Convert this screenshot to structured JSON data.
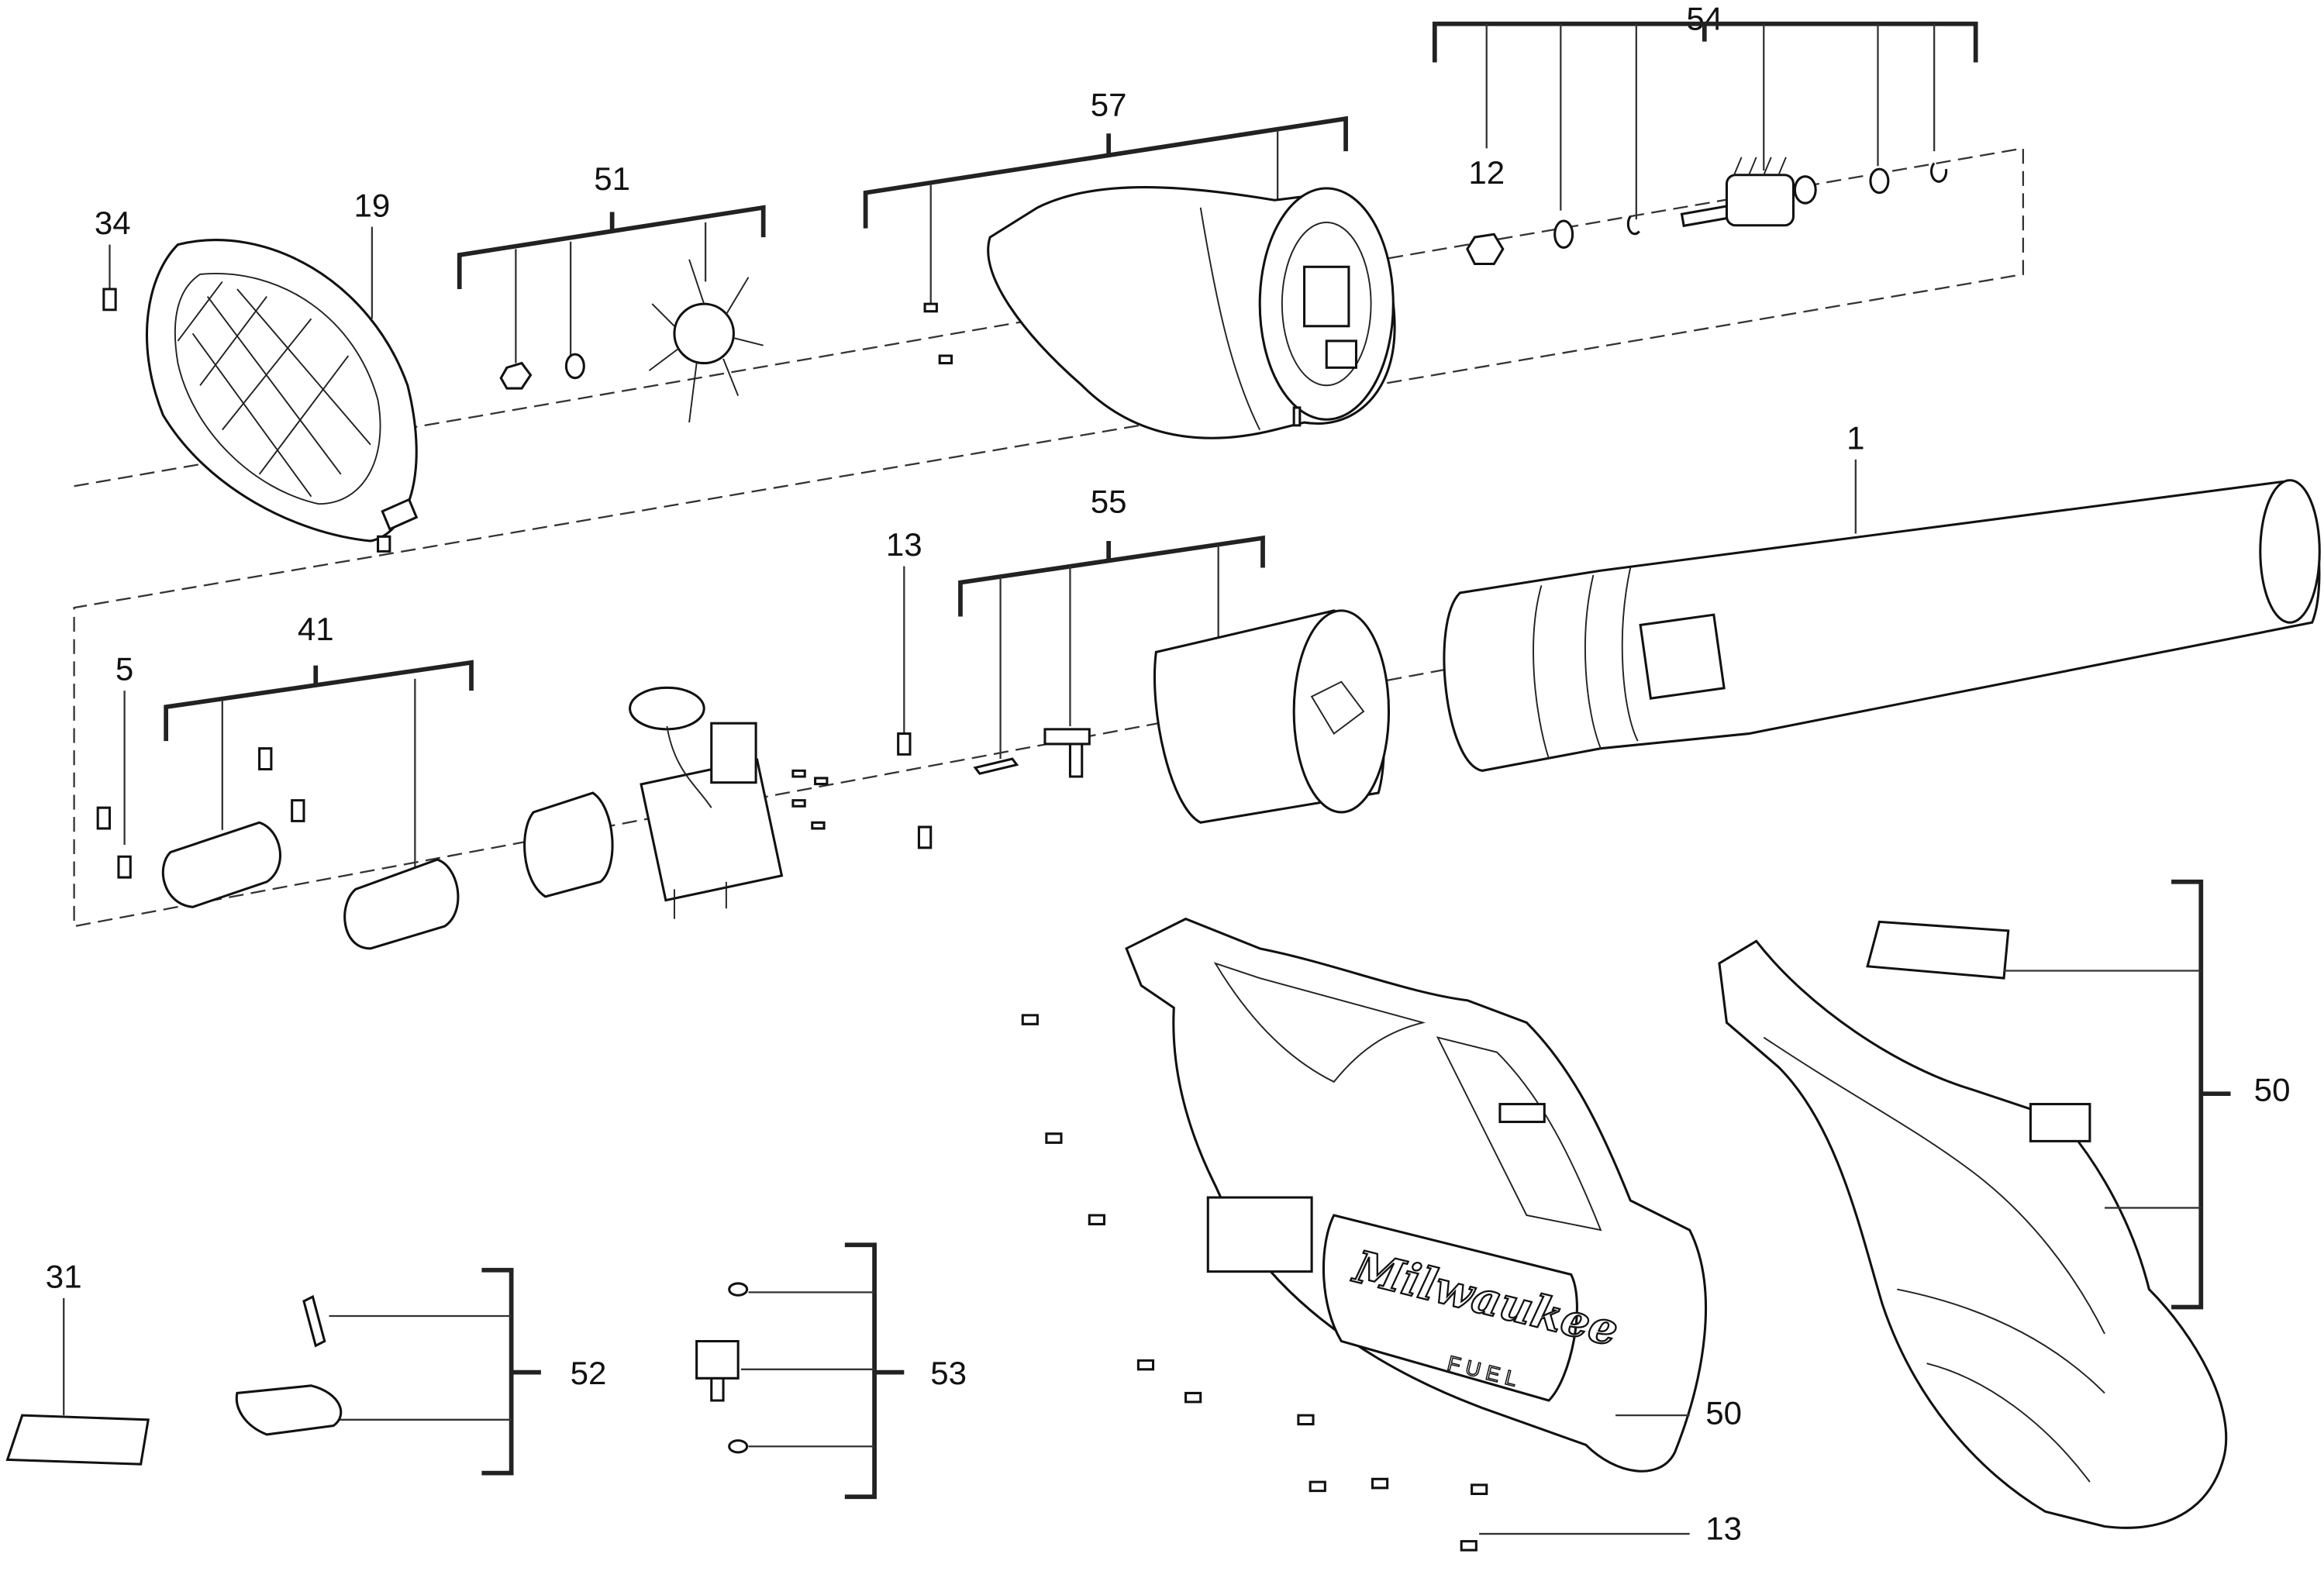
{
  "diagram": {
    "title": "Blower exploded parts diagram",
    "callouts": {
      "c54": "54",
      "c57": "57",
      "c12": "12",
      "c51": "51",
      "c34": "34",
      "c19": "19",
      "c1": "1",
      "c13a": "13",
      "c55": "55",
      "c41": "41",
      "c5": "5",
      "c50a": "50",
      "c50b": "50",
      "c31": "31",
      "c52": "52",
      "c53": "53",
      "c13b": "13"
    },
    "logo_text": "Milwaukee",
    "fuel_text": "FUEL"
  }
}
